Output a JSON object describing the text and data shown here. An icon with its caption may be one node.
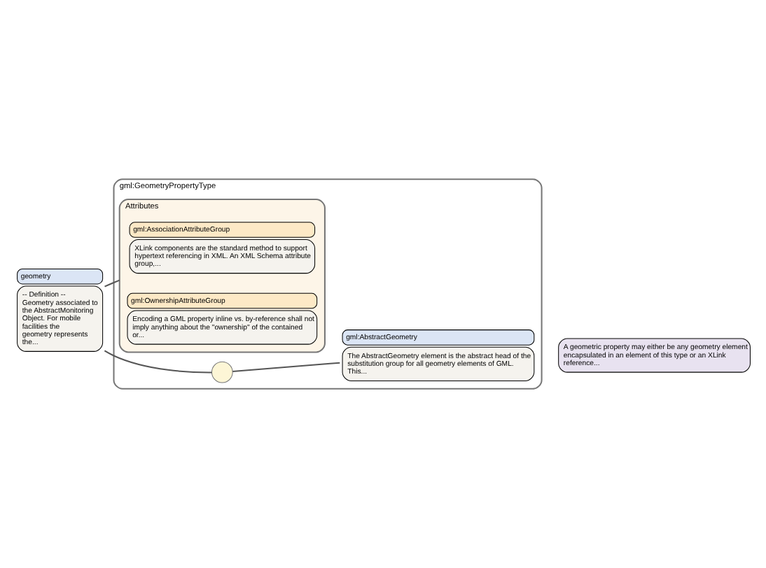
{
  "diagram": {
    "nodes": [
      {
        "text": [
          "geometry",
          "-- Definition -- Geometry associated to the AbstractMonitoringObject. For mobile facilities the geometry represents the..."
        ]
      },
      {
        "text": [
          "gml:GeometryPropertyType"
        ],
        "beside": [
          "A geometric property may either be any geometry element encapsulated in an element of this type or an XLink reference..."
        ]
      },
      {
        "text": [
          "Attributes"
        ],
        "in": 1
      },
      {
        "text": [
          "gml:AssociationAttributeGroup",
          "XLink components are the standard method to support hypertext referencing in XML. An XML Schema attribute group,..."
        ],
        "in": 2
      },
      {
        "text": [
          "gml:OwnershipAttributeGroup",
          "Encoding a GML property inline vs. by-reference shall not imply anything about the \"ownership\" of the contained or..."
        ],
        "in": 2
      },
      {
        "text": [],
        "shape": "circle",
        "in": 1
      },
      {
        "text": [
          "gml:AbstractGeometry",
          "The AbstractGeometry element is the abstract head of the substitution group for all geometry elements of GML. This..."
        ],
        "in": 1
      }
    ],
    "edges": [
      {
        "from": 0,
        "to": 2,
        "arrow": "none"
      },
      {
        "from": 0,
        "to": 5,
        "arrow": "none"
      },
      {
        "from": 5,
        "to": 6,
        "arrow": "none"
      }
    ]
  }
}
